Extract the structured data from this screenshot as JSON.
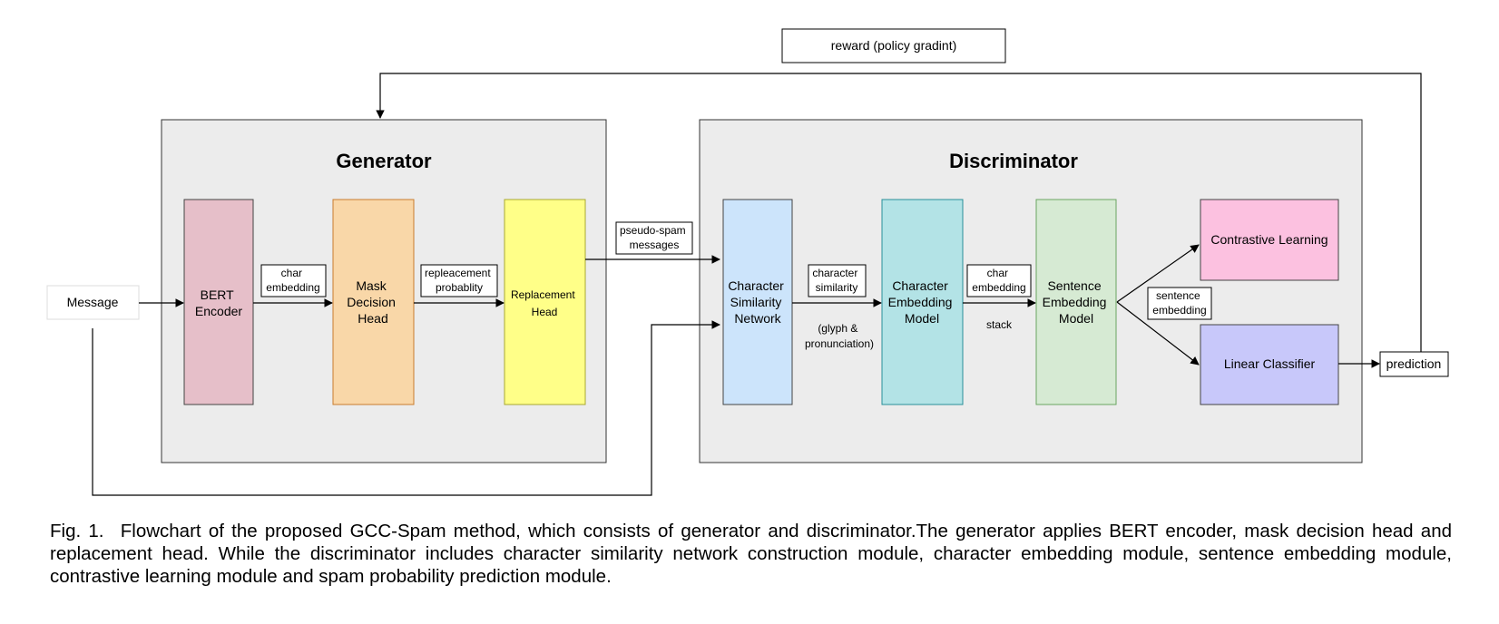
{
  "colors": {
    "container_fill": "#ececec",
    "bert": "#e6bfc9",
    "mask": "#f9d7a8",
    "replacement": "#ffff88",
    "char_sim": "#cce4fb",
    "char_emb": "#b3e3e6",
    "sent_emb": "#d6ead3",
    "contrastive": "#fcc1e0",
    "linear": "#c8c8fa"
  },
  "generator": {
    "title": "Generator",
    "bert_encoder": [
      "BERT",
      "Encoder"
    ],
    "mask_head": [
      "Mask",
      "Decision",
      "Head"
    ],
    "replacement_head": [
      "Replacement",
      "Head"
    ]
  },
  "discriminator": {
    "title": "Discriminator",
    "char_sim_network": [
      "Character",
      "Similarity",
      "Network"
    ],
    "char_embedding_model": [
      "Character",
      "Embedding",
      "Model"
    ],
    "sentence_embedding_model": [
      "Sentence",
      "Embedding",
      "Model"
    ],
    "contrastive_learning": "Contrastive Learning",
    "linear_classifier": "Linear Classifier"
  },
  "io": {
    "message": "Message",
    "prediction": "prediction",
    "reward": "reward (policy gradint)"
  },
  "edge_labels": {
    "char_embedding_gen": [
      "char",
      "embedding"
    ],
    "replacement_prob": [
      "repleacement",
      "probablity"
    ],
    "pseudo_spam": [
      "pseudo-spam",
      "messages"
    ],
    "character_similarity": [
      "character",
      "similarity"
    ],
    "glyph_pron": [
      "(glyph &",
      "pronunciation)"
    ],
    "char_embedding_disc": [
      "char",
      "embedding"
    ],
    "stack": "stack",
    "sentence_embedding": [
      "sentence",
      "embedding"
    ]
  },
  "caption": {
    "fig_label": "Fig. 1.",
    "text": "Flowchart of the proposed GCC-Spam method, which consists of generator and discriminator.The generator applies BERT encoder, mask decision head and replacement head. While the discriminator includes character similarity network construction module, character embedding module, sentence embedding module, contrastive learning module and spam probability prediction module."
  }
}
